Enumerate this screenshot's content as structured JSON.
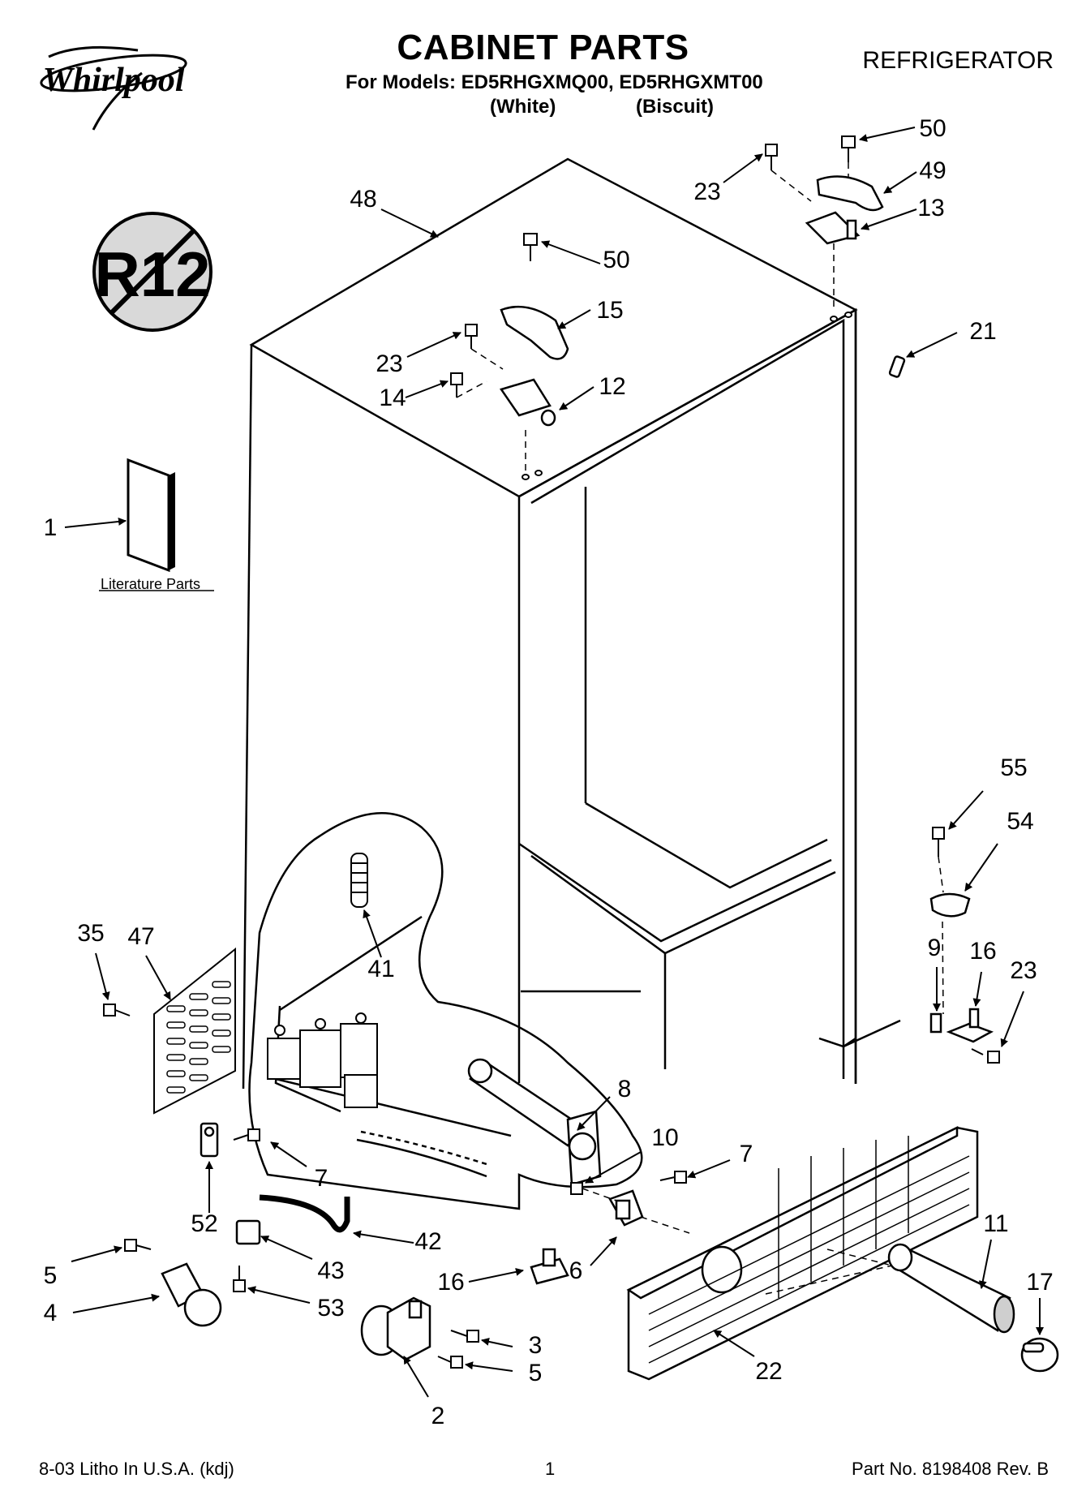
{
  "header": {
    "brand": "Whirlpool",
    "title": "CABINET PARTS",
    "models_line": "For Models: ED5RHGXMQ00, ED5RHGXMT00",
    "color_1": "(White)",
    "color_2": "(Biscuit)",
    "category": "REFRIGERATOR"
  },
  "no_r12_logo": "R12",
  "literature_label": "Literature Parts",
  "callouts": [
    "1",
    "2",
    "3",
    "4",
    "5",
    "5",
    "6",
    "7",
    "7",
    "8",
    "9",
    "10",
    "11",
    "12",
    "13",
    "14",
    "15",
    "16",
    "16",
    "17",
    "21",
    "22",
    "23",
    "23",
    "23",
    "35",
    "41",
    "42",
    "43",
    "47",
    "48",
    "49",
    "50",
    "50",
    "52",
    "53",
    "54",
    "55"
  ],
  "footer": {
    "left": "8-03 Litho In U.S.A. (kdj)",
    "page": "1",
    "right": "Part No. 8198408 Rev. B"
  }
}
